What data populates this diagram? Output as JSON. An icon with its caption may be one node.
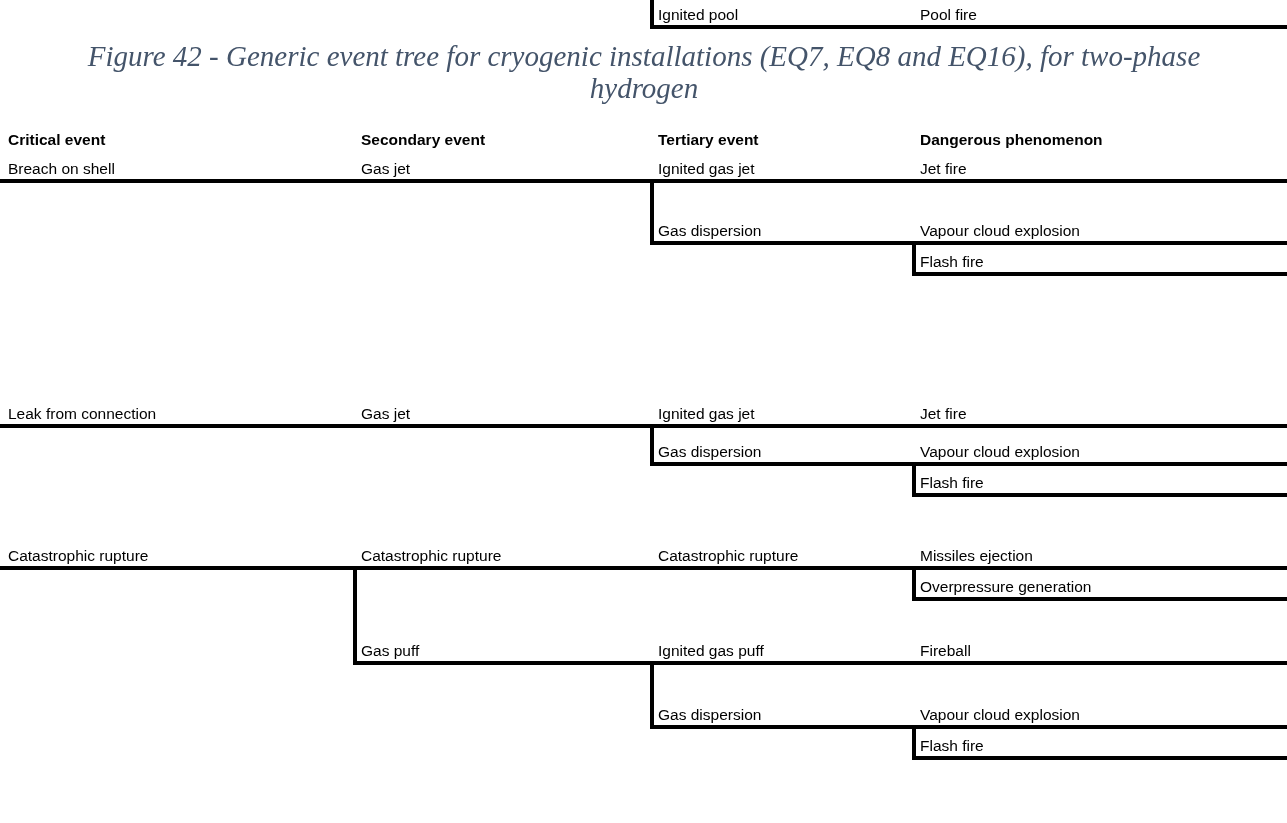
{
  "diagram": {
    "caption": "Figure 42 - Generic event tree for cryogenic installations (EQ7, EQ8 and EQ16), for two-phase hydrogen",
    "nodes": [
      {
        "text": [
          "Ignited pool"
        ]
      },
      {
        "text": [
          "Pool fire"
        ]
      },
      {
        "text": [
          "Breach on shell"
        ]
      },
      {
        "text": [
          "Gas jet"
        ]
      },
      {
        "text": [
          "Ignited gas jet"
        ]
      },
      {
        "text": [
          "Jet fire"
        ]
      },
      {
        "text": [
          "Gas dispersion"
        ]
      },
      {
        "text": [
          "Vapour cloud explosion"
        ]
      },
      {
        "text": [
          "Flash fire"
        ]
      },
      {
        "text": [
          "Leak from connection"
        ]
      },
      {
        "text": [
          "Gas jet"
        ]
      },
      {
        "text": [
          "Ignited gas jet"
        ]
      },
      {
        "text": [
          "Jet fire"
        ]
      },
      {
        "text": [
          "Gas dispersion"
        ]
      },
      {
        "text": [
          "Vapour cloud explosion"
        ]
      },
      {
        "text": [
          "Flash fire"
        ]
      },
      {
        "text": [
          "Catastrophic rupture"
        ]
      },
      {
        "text": [
          "Catastrophic rupture"
        ]
      },
      {
        "text": [
          "Catastrophic rupture"
        ]
      },
      {
        "text": [
          "Missiles ejection"
        ]
      },
      {
        "text": [
          "Overpressure generation"
        ]
      },
      {
        "text": [
          "Gas puff"
        ]
      },
      {
        "text": [
          "Ignited gas puff"
        ]
      },
      {
        "text": [
          "Fireball"
        ]
      },
      {
        "text": [
          "Gas dispersion"
        ]
      },
      {
        "text": [
          "Vapour cloud explosion"
        ]
      },
      {
        "text": [
          "Flash fire"
        ]
      }
    ],
    "edges": [
      {
        "from": null,
        "to": 0,
        "arrow": "none"
      },
      {
        "from": 0,
        "to": 1,
        "arrow": "none"
      },
      {
        "from": 2,
        "to": 3,
        "arrow": "none"
      },
      {
        "from": 3,
        "to": 4,
        "arrow": "none"
      },
      {
        "from": 4,
        "to": 5,
        "arrow": "none"
      },
      {
        "from": 3,
        "to": 6,
        "arrow": "none"
      },
      {
        "from": 6,
        "to": 7,
        "arrow": "none"
      },
      {
        "from": 6,
        "to": 8,
        "arrow": "none"
      },
      {
        "from": 9,
        "to": 10,
        "arrow": "none"
      },
      {
        "from": 10,
        "to": 11,
        "arrow": "none"
      },
      {
        "from": 11,
        "to": 12,
        "arrow": "none"
      },
      {
        "from": 10,
        "to": 13,
        "arrow": "none"
      },
      {
        "from": 13,
        "to": 14,
        "arrow": "none"
      },
      {
        "from": 13,
        "to": 15,
        "arrow": "none"
      },
      {
        "from": 16,
        "to": 17,
        "arrow": "none"
      },
      {
        "from": 17,
        "to": 18,
        "arrow": "none"
      },
      {
        "from": 18,
        "to": 19,
        "arrow": "none"
      },
      {
        "from": 18,
        "to": 20,
        "arrow": "none"
      },
      {
        "from": 16,
        "to": 21,
        "arrow": "none"
      },
      {
        "from": 21,
        "to": 22,
        "arrow": "none"
      },
      {
        "from": 22,
        "to": 23,
        "arrow": "none"
      },
      {
        "from": 21,
        "to": 24,
        "arrow": "none"
      },
      {
        "from": 24,
        "to": 25,
        "arrow": "none"
      },
      {
        "from": 24,
        "to": 26,
        "arrow": "none"
      }
    ],
    "labels": [
      "Critical event",
      "Secondary event",
      "Tertiary event",
      "Dangerous phenomenon"
    ]
  }
}
